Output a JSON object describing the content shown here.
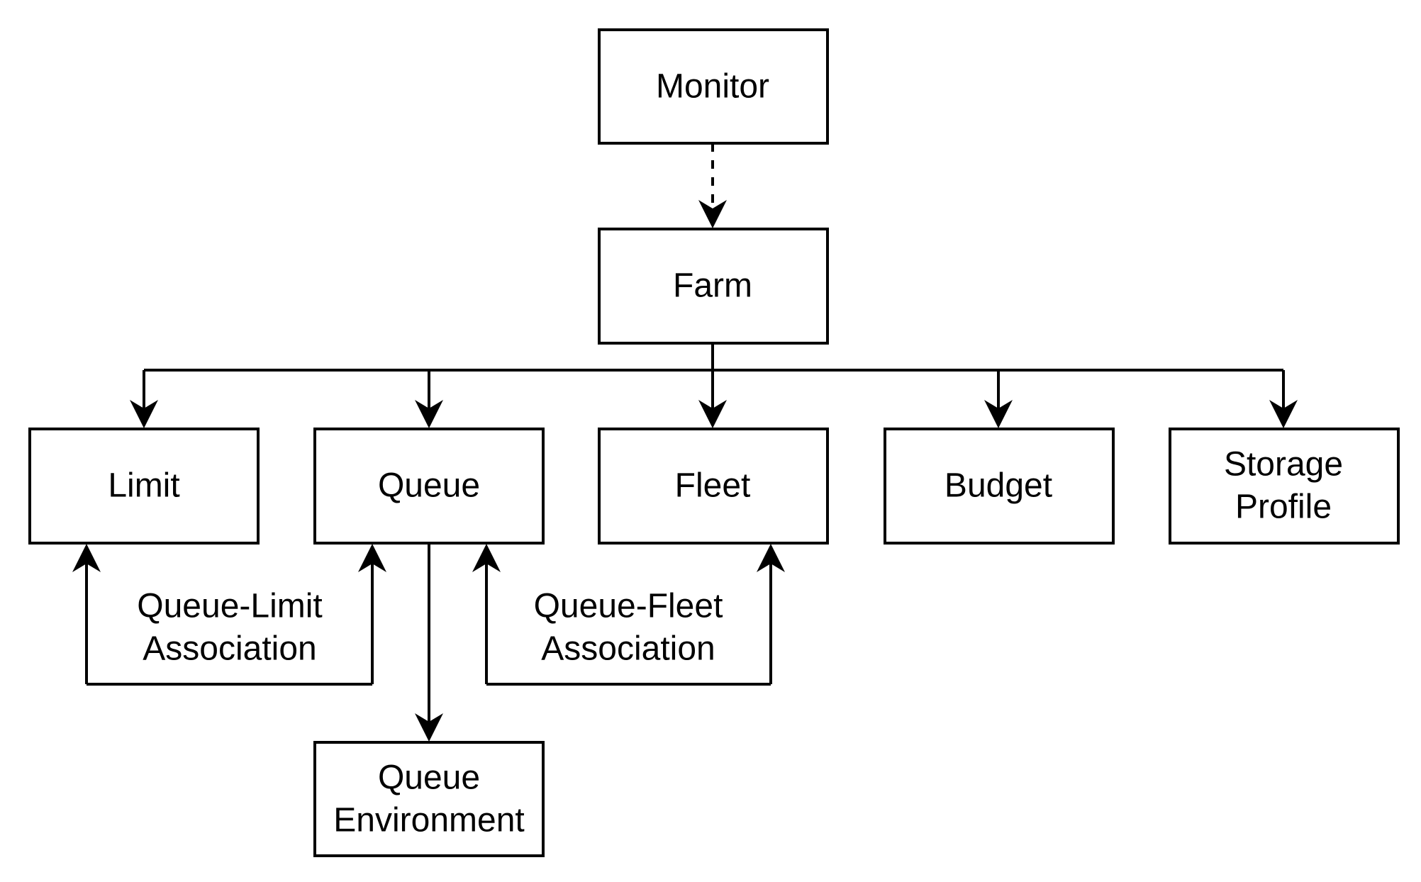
{
  "diagram": {
    "nodes": {
      "monitor": "Monitor",
      "farm": "Farm",
      "limit": "Limit",
      "queue": "Queue",
      "fleet": "Fleet",
      "budget": "Budget",
      "storage_profile": [
        "Storage",
        "Profile"
      ],
      "queue_environment": [
        "Queue",
        "Environment"
      ]
    },
    "edge_labels": {
      "queue_limit_association": [
        "Queue-Limit",
        "Association"
      ],
      "queue_fleet_association": [
        "Queue-Fleet",
        "Association"
      ]
    },
    "colors": {
      "stroke": "#000000",
      "fill": "#ffffff",
      "text": "#000000"
    }
  }
}
